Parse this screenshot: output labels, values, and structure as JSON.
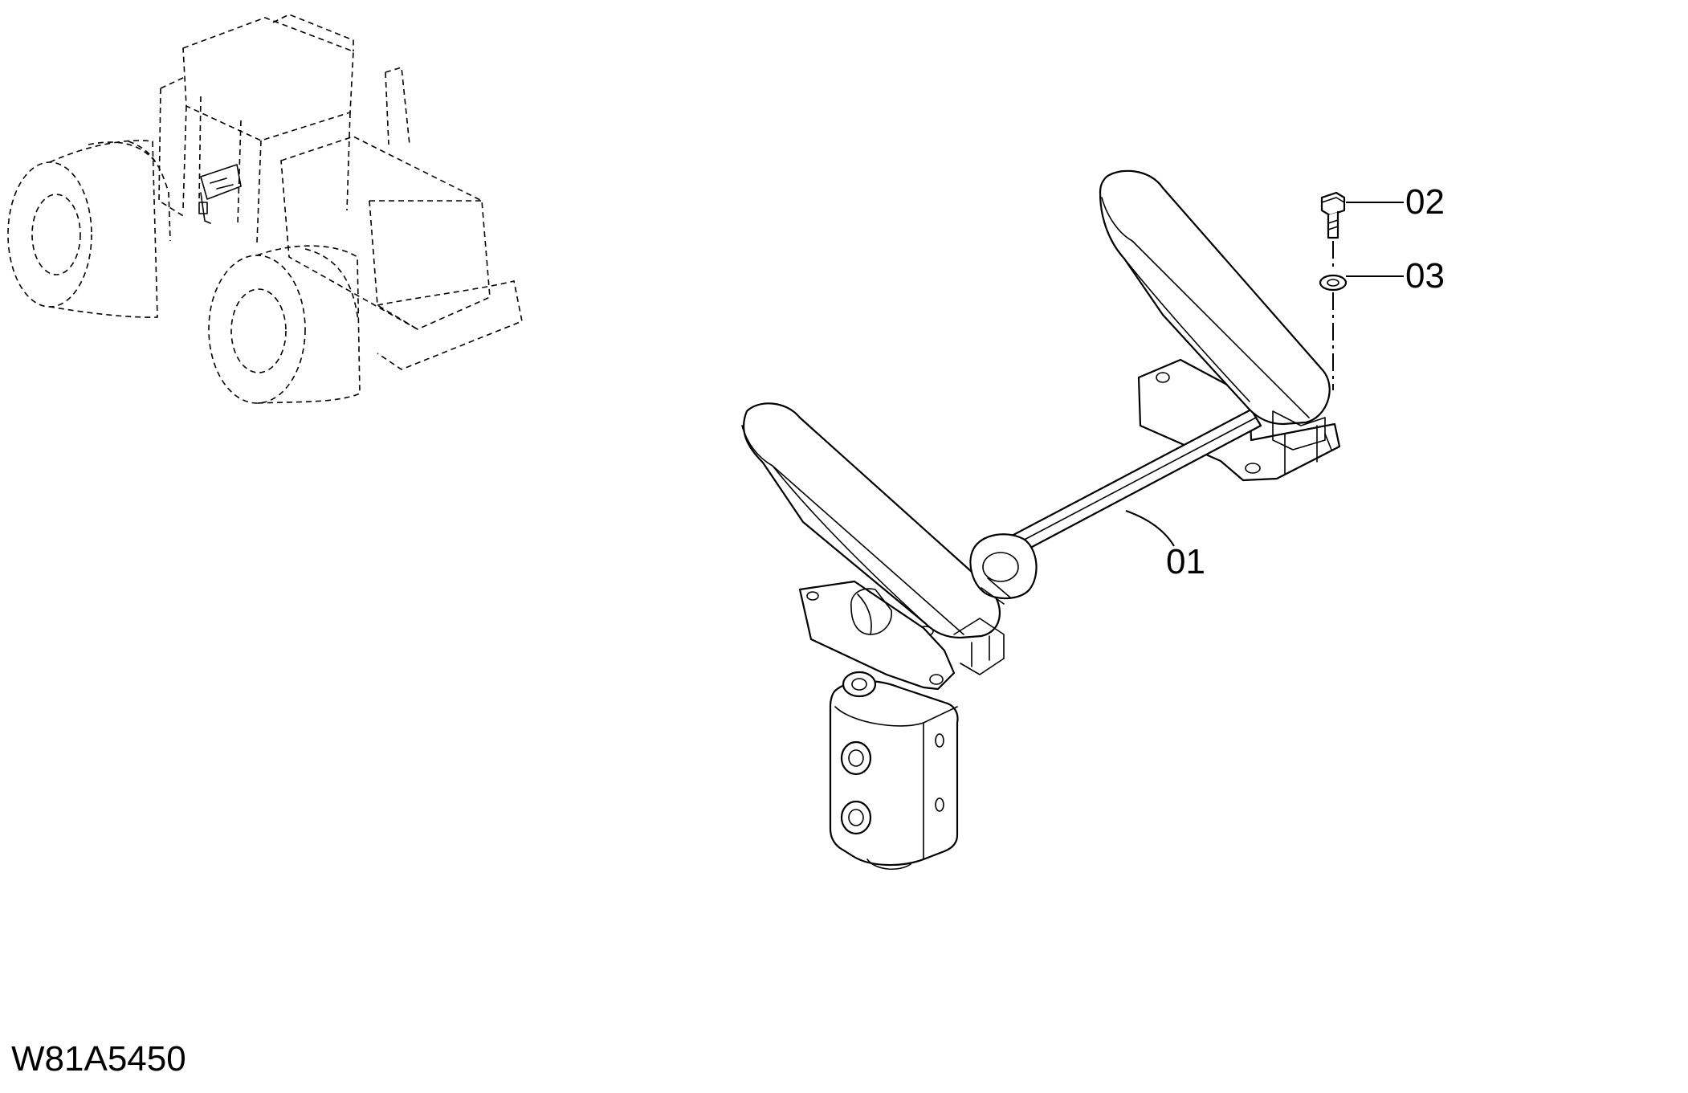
{
  "drawing": {
    "id": "W81A5450"
  },
  "callouts": [
    {
      "label": "01",
      "part": "pedal-assembly"
    },
    {
      "label": "02",
      "part": "bolt"
    },
    {
      "label": "03",
      "part": "washer"
    }
  ]
}
